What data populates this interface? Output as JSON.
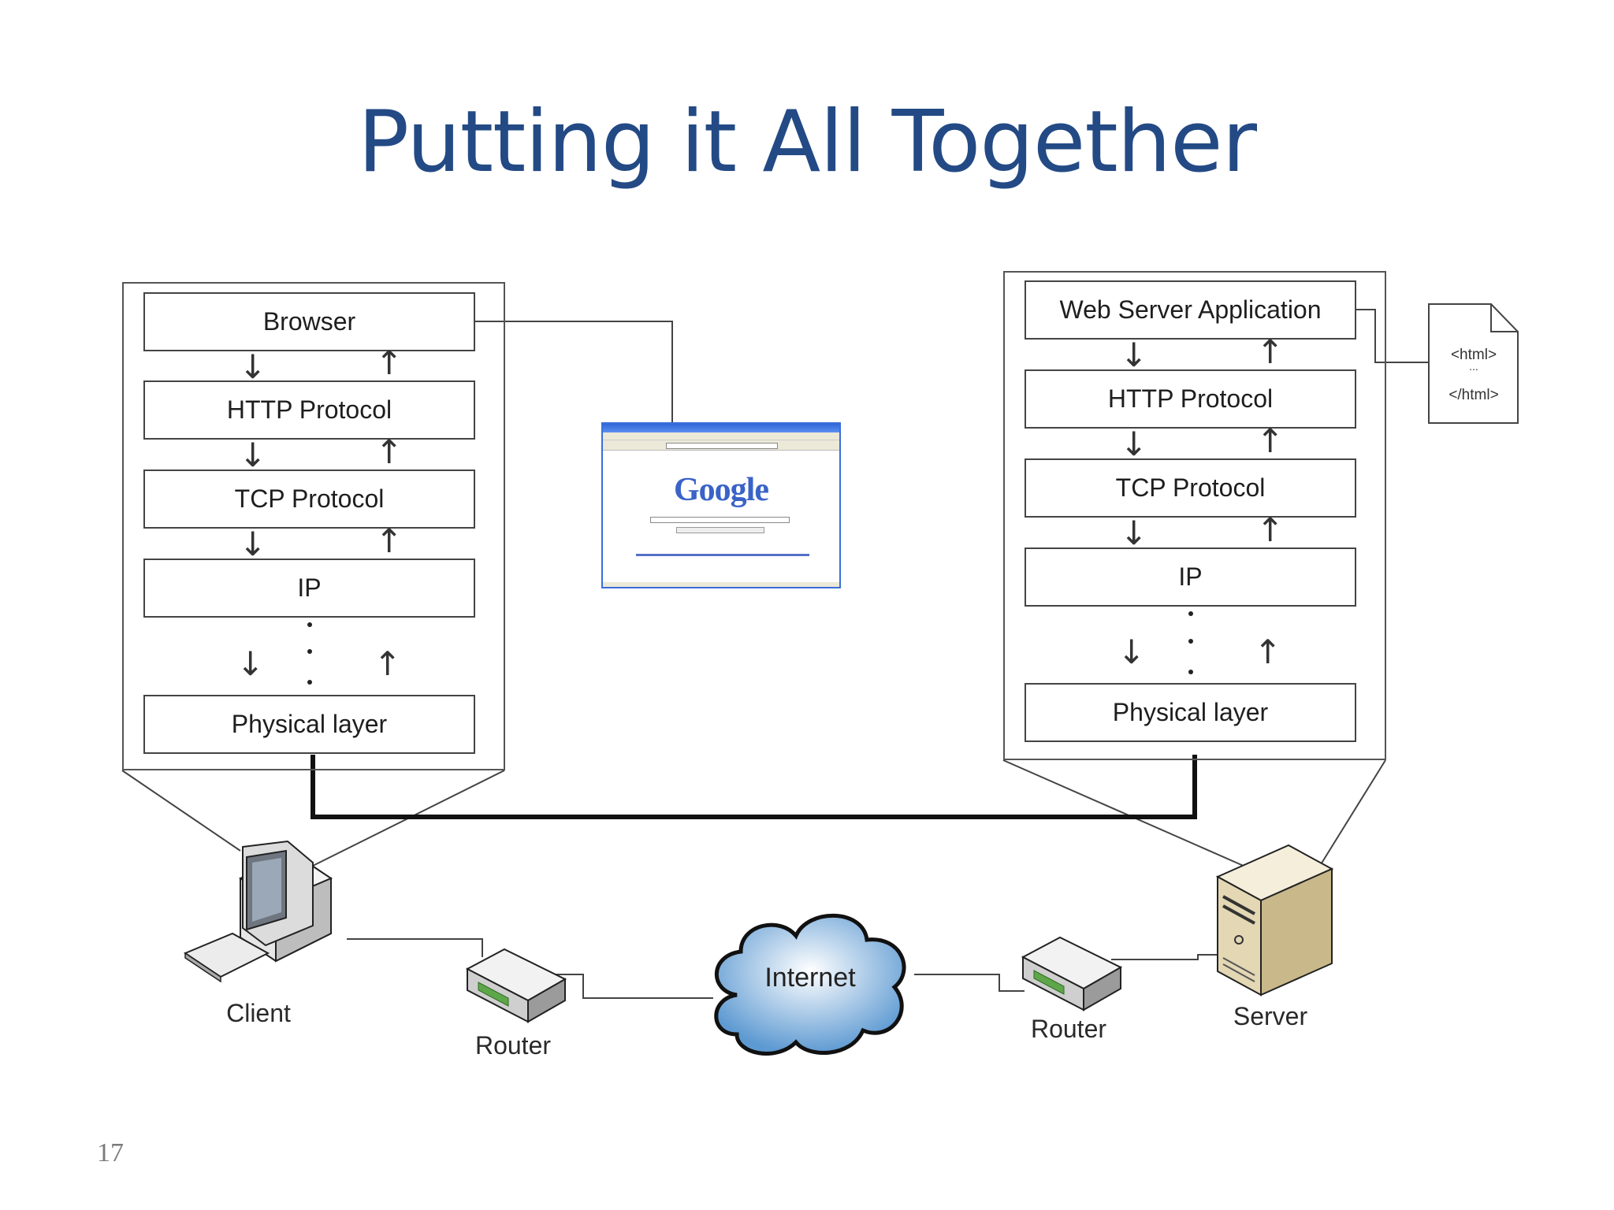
{
  "title": "Putting it All Together",
  "page_number": "17",
  "client_stack": [
    "Browser",
    "HTTP Protocol",
    "TCP Protocol",
    "IP",
    "Physical layer"
  ],
  "server_stack": [
    "Web Server Application",
    "HTTP Protocol",
    "TCP Protocol",
    "IP",
    "Physical layer"
  ],
  "html_doc": {
    "open": "<html>",
    "dots": "...",
    "close": "</html>"
  },
  "devices": {
    "client": "Client",
    "router_left": "Router",
    "internet": "Internet",
    "router_right": "Router",
    "server": "Server"
  },
  "browser_window": {
    "logo": "Google"
  },
  "colors": {
    "title": "#234a85",
    "cloud": "#6fa6d8"
  }
}
